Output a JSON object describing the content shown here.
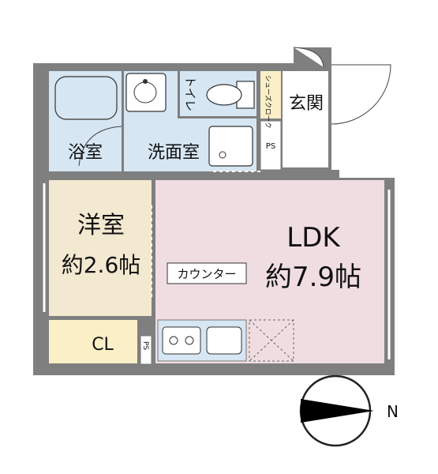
{
  "rooms": {
    "bath": "浴室",
    "washroom": "洗面室",
    "toilet": "トイレ",
    "shoe_closet": "シューズクローク",
    "entrance": "玄関",
    "ps_upper": "PS",
    "western_name": "洋室",
    "western_size": "約2.6帖",
    "closet": "CL",
    "ps_lower": "PS",
    "counter": "カウンター",
    "ldk_name": "LDK",
    "ldk_size": "約7.9帖"
  },
  "compass": {
    "north_label": "N"
  },
  "colors": {
    "wall": "#7f7f7f",
    "wet_area": "#d6e6f3",
    "ldk_floor": "#f0dde2",
    "western_floor": "#f3e8d0",
    "closet_floor": "#fbefc7",
    "shoe_floor": "#fbefc7"
  }
}
